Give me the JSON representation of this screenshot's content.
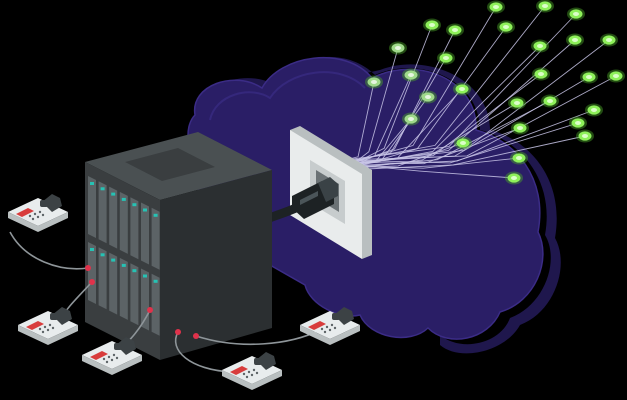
{
  "scene": {
    "background": "#000000",
    "colors": {
      "cloud_front": "#2a1e66",
      "cloud_side": "#1f174d",
      "cloud_outline": "#3b2c86",
      "rack_front": "#3a3e40",
      "rack_side": "#2b2f31",
      "rack_top": "#4a5052",
      "rack_slot": "#5c6366",
      "rack_led": "#26c2b4",
      "socket_plate": "#e9ecec",
      "socket_shadow": "#b9bfc0",
      "plug": "#1d2224",
      "node_green": "#8ef05a",
      "node_glow": "#4ba629",
      "node_white": "#e6f5e0",
      "circuit_line": "#c9c6e8",
      "phone_base": "#e8eced",
      "phone_handset": "#3c4245",
      "phone_screen": "#d83c3c",
      "cable": "#8e9599",
      "port_red": "#e0324b"
    },
    "objects": {
      "cloud": "cloud-shape",
      "server": "server-rack",
      "socket": "wall-socket",
      "plug": "network-plug",
      "phones": [
        "phone-1",
        "phone-2",
        "phone-3",
        "phone-4",
        "phone-5"
      ],
      "network": "circuit-nodes"
    }
  }
}
